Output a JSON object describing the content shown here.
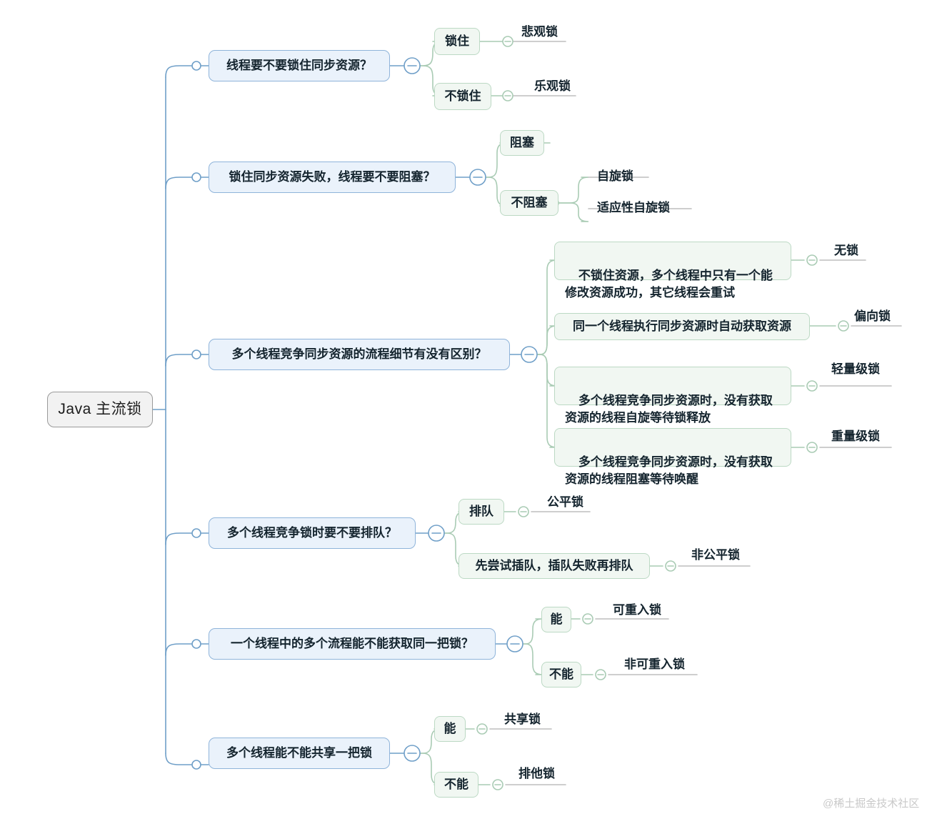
{
  "diagram": {
    "title": "Java 主流锁",
    "type": "mindmap",
    "watermark": "@稀土掘金技术社区",
    "colors": {
      "background": "#ffffff",
      "root_fill": "#f2f2f2",
      "root_border": "#9a9a9a",
      "level1_fill": "#eaf2fb",
      "level1_border": "#8fb4da",
      "level1_wire": "#6f9fc8",
      "level2_fill": "#f1f7f2",
      "level2_border": "#bcd9c4",
      "level2_wire": "#a9cbb4",
      "leaf_wire": "#bdbdbd",
      "text": "#14242e",
      "watermark": "#c9c9c9"
    }
  },
  "root": {
    "label": "Java 主流锁"
  },
  "branches": [
    {
      "id": "branch-1",
      "label": "线程要不要锁住同步资源？",
      "children": [
        {
          "id": "branch-1-child-1",
          "label": "锁住",
          "leaves": [
            {
              "id": "leaf-pessimistic-lock",
              "label": "悲观锁"
            }
          ]
        },
        {
          "id": "branch-1-child-2",
          "label": "不锁住",
          "leaves": [
            {
              "id": "leaf-optimistic-lock",
              "label": "乐观锁"
            }
          ]
        }
      ]
    },
    {
      "id": "branch-2",
      "label": "锁住同步资源失败，线程要不要阻塞？",
      "children": [
        {
          "id": "branch-2-child-1",
          "label": "阻塞",
          "leaves": []
        },
        {
          "id": "branch-2-child-2",
          "label": "不阻塞",
          "leaves": [
            {
              "id": "leaf-spin-lock",
              "label": "自旋锁"
            },
            {
              "id": "leaf-adaptive-spin-lock",
              "label": "适应性自旋锁"
            }
          ]
        }
      ]
    },
    {
      "id": "branch-3",
      "label": "多个线程竞争同步资源的流程细节有没有区别？",
      "children": [
        {
          "id": "branch-3-child-1",
          "label": "不锁住资源，多个线程中只有一个能\n修改资源成功，其它线程会重试",
          "leaves": [
            {
              "id": "leaf-no-lock",
              "label": "无锁"
            }
          ]
        },
        {
          "id": "branch-3-child-2",
          "label": "同一个线程执行同步资源时自动获取资源",
          "leaves": [
            {
              "id": "leaf-biased-lock",
              "label": "偏向锁"
            }
          ]
        },
        {
          "id": "branch-3-child-3",
          "label": "多个线程竞争同步资源时，没有获取\n资源的线程自旋等待锁释放",
          "leaves": [
            {
              "id": "leaf-lightweight-lock",
              "label": "轻量级锁"
            }
          ]
        },
        {
          "id": "branch-3-child-4",
          "label": "多个线程竞争同步资源时，没有获取\n资源的线程阻塞等待唤醒",
          "leaves": [
            {
              "id": "leaf-heavyweight-lock",
              "label": "重量级锁"
            }
          ]
        }
      ]
    },
    {
      "id": "branch-4",
      "label": "多个线程竞争锁时要不要排队？",
      "children": [
        {
          "id": "branch-4-child-1",
          "label": "排队",
          "leaves": [
            {
              "id": "leaf-fair-lock",
              "label": "公平锁"
            }
          ]
        },
        {
          "id": "branch-4-child-2",
          "label": "先尝试插队，插队失败再排队",
          "leaves": [
            {
              "id": "leaf-unfair-lock",
              "label": "非公平锁"
            }
          ]
        }
      ]
    },
    {
      "id": "branch-5",
      "label": "一个线程中的多个流程能不能获取同一把锁？",
      "children": [
        {
          "id": "branch-5-child-1",
          "label": "能",
          "leaves": [
            {
              "id": "leaf-reentrant-lock",
              "label": "可重入锁"
            }
          ]
        },
        {
          "id": "branch-5-child-2",
          "label": "不能",
          "leaves": [
            {
              "id": "leaf-non-reentrant-lock",
              "label": "非可重入锁"
            }
          ]
        }
      ]
    },
    {
      "id": "branch-6",
      "label": "多个线程能不能共享一把锁",
      "children": [
        {
          "id": "branch-6-child-1",
          "label": "能",
          "leaves": [
            {
              "id": "leaf-shared-lock",
              "label": "共享锁"
            }
          ]
        },
        {
          "id": "branch-6-child-2",
          "label": "不能",
          "leaves": [
            {
              "id": "leaf-exclusive-lock",
              "label": "排他锁"
            }
          ]
        }
      ]
    }
  ]
}
